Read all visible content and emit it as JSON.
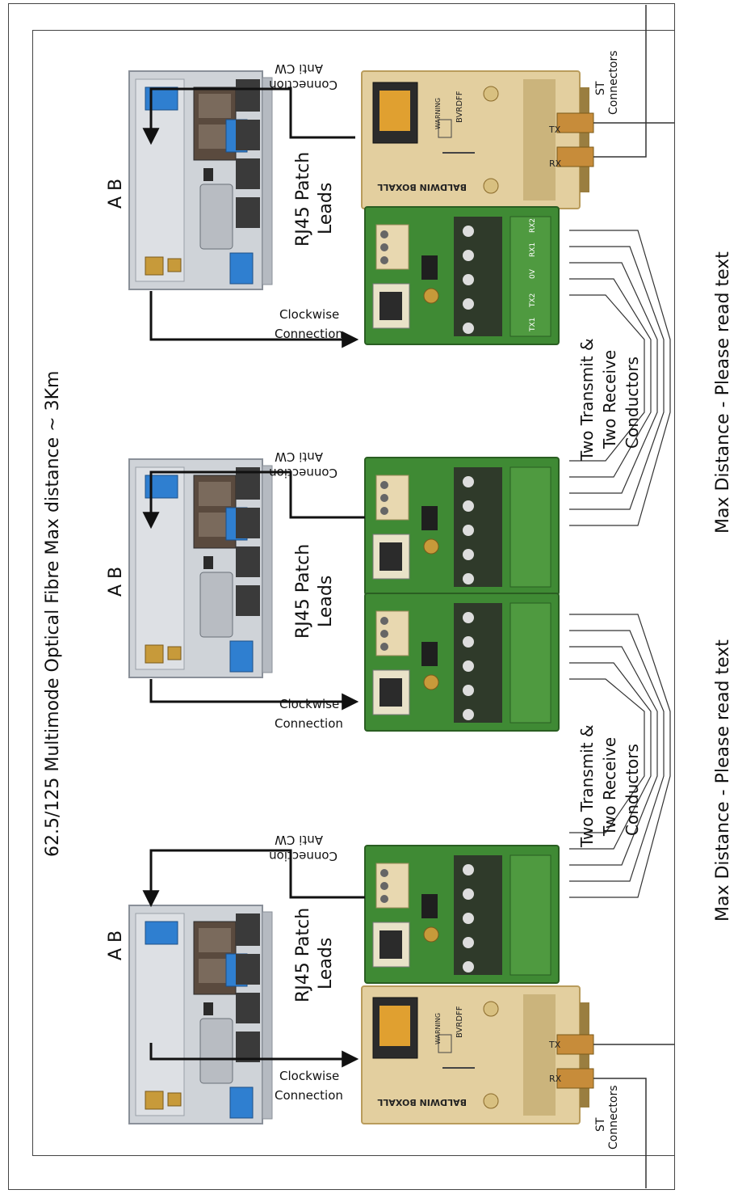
{
  "title": "62.5/125 Multimode Optical Fibre Max distance ~ 3Km",
  "labels": {
    "ab": "A  B",
    "rj45_line1": "RJ45 Patch",
    "rj45_line2": "Leads",
    "clockwise_line1": "Clockwise",
    "clockwise_line2": "Connection",
    "anticw_line1": "Anti CW",
    "anticw_line2": "Connection",
    "st_line1": "ST",
    "st_line2": "Connectors",
    "conductors_line1": "Two Transmit &",
    "conductors_line2": "Two Receive",
    "conductors_line3": "Conductors",
    "max_distance": "Max Distance - Please read text"
  },
  "fibre_unit": {
    "brand": "BALDWIN BOXALL",
    "model": "BVRDFF",
    "tx": "TX",
    "rx": "RX",
    "warning": "WARNING"
  },
  "terminals": [
    "TX1",
    "TX2",
    "0V",
    "RX1",
    "RX2"
  ],
  "colors": {
    "line": "#111111",
    "panel": "#cfd3d8",
    "panel_edge": "#8a9099",
    "fibre_body": "#e3cf9f",
    "fibre_edge": "#b99c5c",
    "term_body": "#3f8a34",
    "term_edge": "#2a5e22",
    "port": "#2b2b2b",
    "blue": "#2f7fd0",
    "brass": "#c79a3a"
  }
}
